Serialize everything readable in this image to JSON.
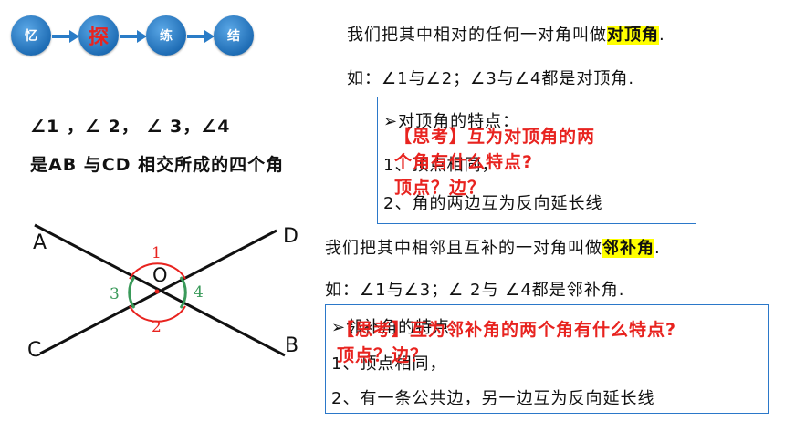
{
  "nav": {
    "items": [
      "忆",
      "探",
      "练",
      "结"
    ],
    "active_index": 1,
    "colors": {
      "circle": "#2a7cc7",
      "active_text": "#e8231f"
    }
  },
  "top": {
    "line1_prefix": "我们把其中相对的任何一对角叫做",
    "line1_term": "对顶角",
    "line1_suffix": ".",
    "line2": "如：∠1与∠2；∠3与∠4都是对顶角."
  },
  "left": {
    "angles": "∠1 ，∠ 2， ∠ 3，∠4",
    "caption": "是AB 与CD 相交所成的四个角"
  },
  "box1": {
    "title": "➢对顶角的特点：",
    "item1": "1、顶点相同，",
    "item2": "2、角的两边互为反向延长线",
    "overlay_line1": "【思考】互为对顶角的两",
    "overlay_line2": "个角有什么特点?",
    "overlay_line3": "顶点？边？"
  },
  "middle": {
    "line1_prefix": "我们把其中相邻且互补的一对角叫做",
    "line1_term": "邻补角",
    "line1_suffix": ".",
    "line2": "如：∠1与∠3；∠ 2与 ∠4都是邻补角."
  },
  "box2": {
    "title": "➢邻补角的特点：",
    "item1": "1、顶点相同，",
    "item2": "2、有一条公共边，另一边互为反向延长线",
    "overlay_line1": "【思考】互为邻补角的两个角有什么特点?",
    "overlay_line2": "顶点？边？"
  },
  "diagram": {
    "points": {
      "A": "A",
      "B": "B",
      "C": "C",
      "D": "D",
      "O": "O"
    },
    "angle_labels": {
      "a1": "1",
      "a2": "2",
      "a3": "3",
      "a4": "4"
    },
    "colors": {
      "red": "#e8231f",
      "green": "#3a9a5a",
      "line": "#111111"
    }
  }
}
